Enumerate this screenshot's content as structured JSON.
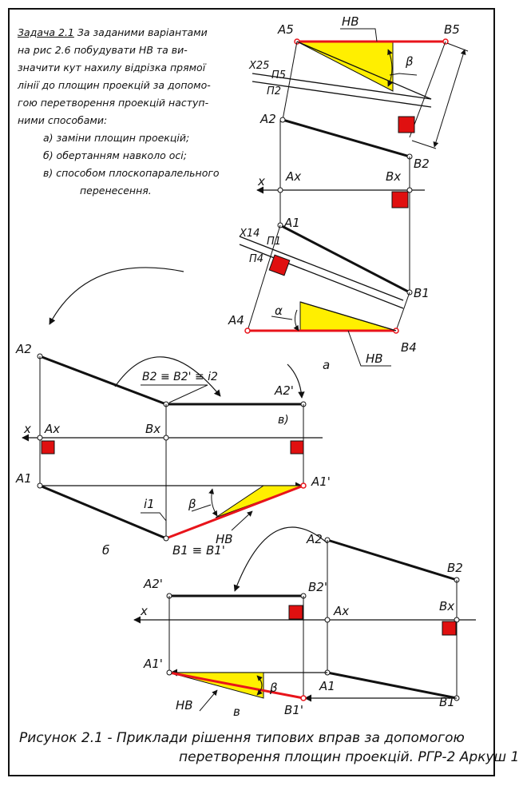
{
  "task": {
    "title": "Задача 2.1",
    "lines": [
      "За заданими варіантами",
      "на рис 2.6 побудувати НВ та ви-",
      "значити кут нахилу відрізка прямої",
      "лінії до площин проекцій за допомо-",
      "гою перетворення проекцій наступ-",
      "ними способами:"
    ],
    "methods": [
      "а) заміни площин проекцій;",
      "б) обертанням навколо осі;",
      "в) способом плоскопаралельного"
    ],
    "methods_cont": "перенесення."
  },
  "caption": {
    "line1": "Рисунок 2.1 - Приклади рішення типових вправ за допомогою",
    "line2": "перетворення площин проекцій. РГР-2 Аркуш 1"
  },
  "colors": {
    "line": "#111111",
    "accent_red": "#e8141b",
    "fill_yellow": "#ffef00",
    "block_red": "#e01010"
  },
  "diagram_a": {
    "label": "а",
    "points": {
      "A5": "A5",
      "B5": "B5",
      "A2": "A2",
      "B2": "B2",
      "Ax": "Ax",
      "Bx": "Bx",
      "A1": "A1",
      "B1": "B1",
      "A4": "A4",
      "B4": "B4"
    },
    "axes": {
      "x": "x",
      "x25": "X25",
      "p5": "П5",
      "p2": "П2",
      "x14": "X14",
      "p1": "П1",
      "p4": "П4"
    },
    "nv_top": "НВ",
    "nv_bottom": "НВ",
    "beta": "β",
    "alpha": "α"
  },
  "diagram_b": {
    "label": "б",
    "points": {
      "A2": "A2",
      "B2eq": "B2 ≡ B2' ≡ i2",
      "A2p": "A2'",
      "Ax": "Ax",
      "Bx": "Bx",
      "A1": "A1",
      "A1p": "A1'",
      "i1": "i1",
      "B1eq": "B1 ≡ B1'"
    },
    "axis_x": "x",
    "sublabel": "в)",
    "nv": "НВ",
    "beta": "β"
  },
  "diagram_c": {
    "label": "в",
    "points": {
      "A2": "A2",
      "B2": "B2",
      "A2p": "A2'",
      "B2p": "B2'",
      "Ax": "Ax",
      "Bx": "Bx",
      "A1p": "A1'",
      "A1": "A1",
      "B1p": "B1'",
      "B1": "B1"
    },
    "axis_x": "x",
    "nv": "НВ",
    "beta": "β"
  }
}
